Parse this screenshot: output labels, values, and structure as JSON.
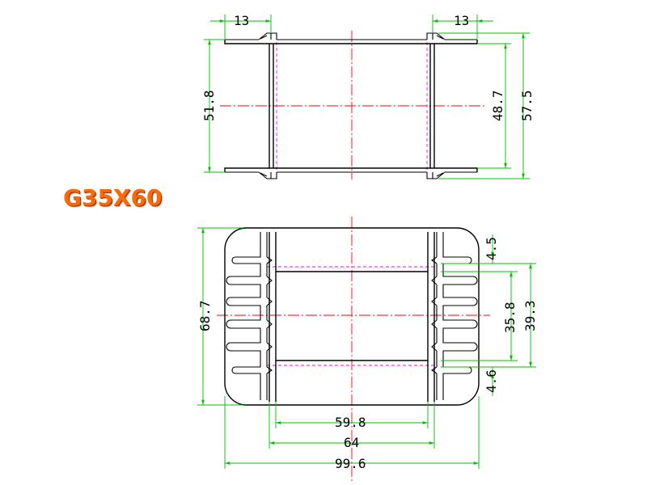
{
  "title": "G35X60",
  "colors": {
    "title": "#ff6a00",
    "outline": "#000000",
    "centerline": "#ff0000",
    "hidden_line": "#ff00ff",
    "dimension_line": "#00c000",
    "dimension_text": "#000000"
  },
  "top_view": {
    "dims": {
      "left_flange": "13",
      "right_flange": "13",
      "height_left": "51.8",
      "inner_height": "48.7",
      "outer_height": "57.5"
    }
  },
  "bottom_view": {
    "dims": {
      "overall_height": "68.7",
      "top_gap": "4.5",
      "pin_span": "35.8",
      "slot_span": "39.3",
      "bottom_gap": "4.6",
      "inner_width": "59.8",
      "mid_width": "64",
      "overall_width": "99.6"
    }
  }
}
